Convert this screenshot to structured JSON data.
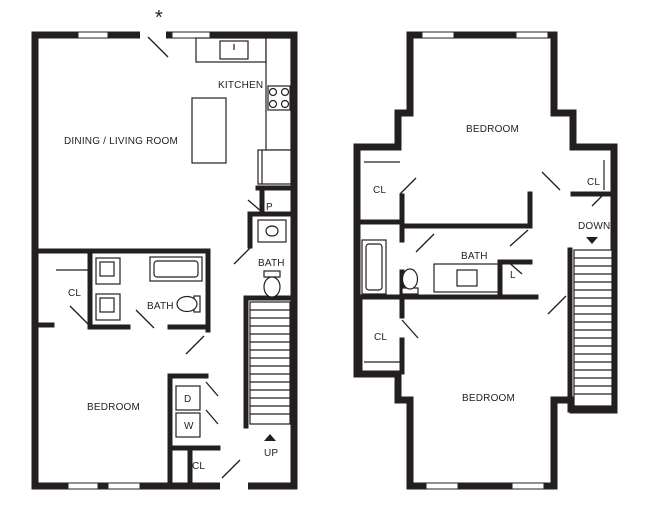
{
  "labels": {
    "star": "*",
    "kitchen": "KITCHEN",
    "dining_living": "DINING / LIVING ROOM",
    "pantry": "P",
    "bath_main": "BATH",
    "closet_main": "CL",
    "bath_lower": "BATH",
    "bedroom_lower": "BEDROOM",
    "dryer": "D",
    "washer": "W",
    "closet_bottom": "CL",
    "up": "UP",
    "bedroom_upper_top": "BEDROOM",
    "closet_upper_left": "CL",
    "closet_upper_right": "CL",
    "down": "DOWN",
    "bath_upper": "BATH",
    "linen": "L",
    "closet_upper_mid": "CL",
    "bedroom_upper_bottom": "BEDROOM"
  },
  "colors": {
    "wall": "#231f20",
    "background": "#ffffff"
  }
}
